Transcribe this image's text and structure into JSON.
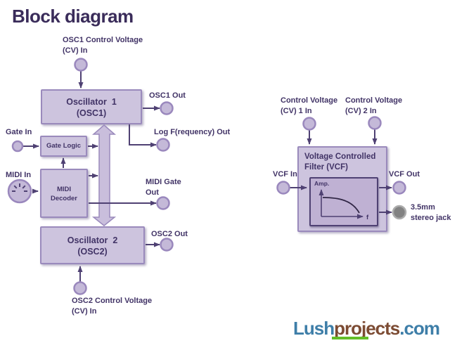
{
  "title": "Block diagram",
  "colors": {
    "accent_dark_purple": "#4F4173",
    "text_purple": "#413366",
    "box_fill": "#CDC4DE",
    "box_border": "#9A8ABC",
    "inner_box_fill": "#BFB1D3",
    "port_fill": "#C4B9D8",
    "jack_gray": "#828282",
    "title_color": "#3A2C5A",
    "logo_blue": "#3E7EA8",
    "logo_brown": "#7C4B33",
    "logo_underline_green": "#64BE28"
  },
  "blocks": {
    "osc1": {
      "name": "Oscillator  1",
      "sub": "(OSC1)"
    },
    "gate_logic": {
      "name": "Gate Logic"
    },
    "midi_decoder": {
      "name": "MIDI",
      "sub": "Decoder"
    },
    "osc2": {
      "name": "Oscillator  2",
      "sub": "(OSC2)"
    },
    "vcf": {
      "name": "Voltage Controlled",
      "sub": "Filter (VCF)"
    }
  },
  "labels": {
    "osc1_cv_in_1": "OSC1 Control Voltage",
    "osc1_cv_in_2": "(CV) In",
    "osc1_out": "OSC1 Out",
    "log_f_out": "Log F(requency) Out",
    "gate_in": "Gate In",
    "midi_in": "MIDI In",
    "midi_gate_out_1": "MIDI Gate",
    "midi_gate_out_2": "Out",
    "osc2_out": "OSC2 Out",
    "osc2_cv_in_1": "OSC2 Control Voltage",
    "osc2_cv_in_2": "(CV) In",
    "cv1_in_1": "Control Voltage",
    "cv1_in_2": "(CV) 1 In",
    "cv2_in_1": "Control Voltage",
    "cv2_in_2": "(CV) 2 In",
    "vcf_in": "VCF In",
    "vcf_out": "VCF Out",
    "jack_1": "3.5mm",
    "jack_2": "stereo jack"
  },
  "graph": {
    "y_axis_label": "Amp.",
    "x_axis_label": "f"
  },
  "logo": {
    "part1": "Lush",
    "part2": "projects",
    "part3": ".com"
  }
}
